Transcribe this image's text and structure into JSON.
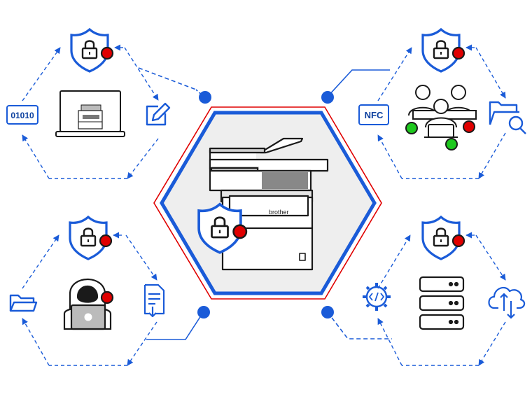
{
  "labels": {
    "binary": "01010",
    "nfc": "NFC",
    "brand": "brother"
  },
  "colors": {
    "accent_blue": "#1a5bd8",
    "dark_blue": "#0b3f9e",
    "alert_red": "#e00000",
    "ok_green": "#1ec81e",
    "outline": "#1a1a1a",
    "center_fill": "#eeeeee"
  },
  "modules": [
    {
      "id": "device-monitoring",
      "icons": [
        "shield-lock-icon",
        "laptop-printer-icon",
        "binary-data-icon",
        "edit-icon"
      ]
    },
    {
      "id": "user-authentication",
      "icons": [
        "shield-lock-icon",
        "users-group-icon",
        "nfc-icon",
        "folder-search-icon"
      ]
    },
    {
      "id": "threat-protection",
      "icons": [
        "shield-lock-icon",
        "hacker-icon",
        "folder-icon",
        "document-download-icon"
      ]
    },
    {
      "id": "firmware-security",
      "icons": [
        "shield-lock-icon",
        "server-stack-icon",
        "code-gear-icon",
        "cloud-sync-icon"
      ]
    }
  ]
}
